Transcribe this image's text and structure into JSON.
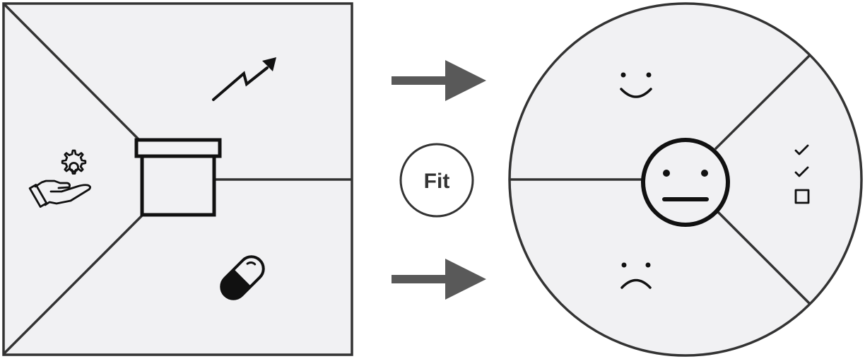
{
  "fit_label": "Fit",
  "colors": {
    "panel_fill": "#f1f1f3",
    "stroke": "#333333",
    "icon": "#111111",
    "arrow": "#595959",
    "background": "#ffffff"
  },
  "left_square": {
    "center_icon": "box-icon",
    "segments": [
      {
        "position": "top",
        "icon": "trending-up-arrow-icon"
      },
      {
        "position": "left",
        "icon": "hand-with-gear-icon"
      },
      {
        "position": "bottom",
        "icon": "pill-capsule-icon"
      }
    ]
  },
  "right_circle": {
    "center_icon": "neutral-face-icon",
    "segments": [
      {
        "position": "top",
        "icon": "smiling-face-icon"
      },
      {
        "position": "right",
        "icon": "checklist-icon"
      },
      {
        "position": "bottom",
        "icon": "frowning-face-icon"
      }
    ]
  },
  "arrows": [
    {
      "position": "top",
      "direction": "right"
    },
    {
      "position": "bottom",
      "direction": "right"
    }
  ]
}
